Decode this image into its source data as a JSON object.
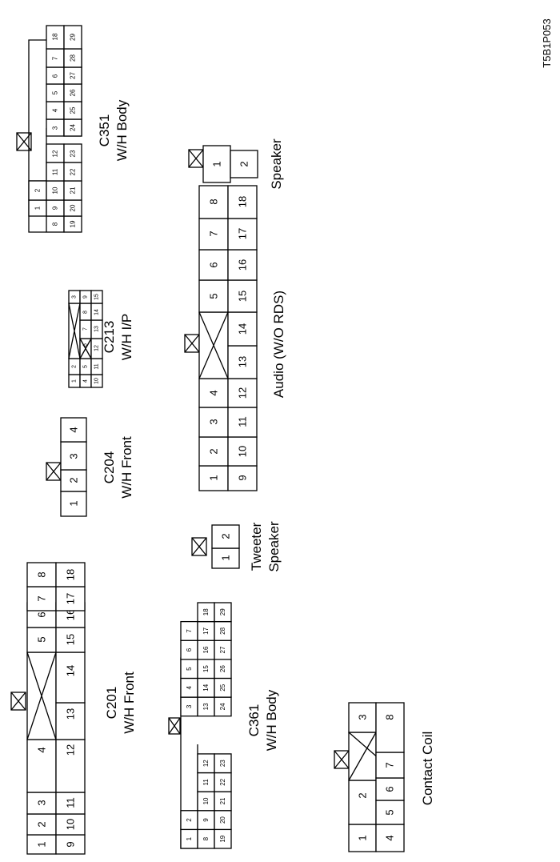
{
  "figure_code": "T5B1P053",
  "connectors": [
    {
      "id": "c201",
      "name_lines": [
        "C201",
        "W/H Front"
      ],
      "rows": [
        [
          "1",
          "2",
          "3",
          "4",
          "",
          "5",
          "6",
          "7",
          "8"
        ],
        [
          "9",
          "10",
          "11",
          "12",
          "13",
          "14",
          "15",
          "16",
          "17",
          "18"
        ]
      ]
    },
    {
      "id": "c204",
      "name_lines": [
        "C204",
        "W/H Front"
      ],
      "rows": [
        [
          "1",
          "2",
          "3",
          "4"
        ]
      ]
    },
    {
      "id": "c213",
      "name_lines": [
        "C213",
        "W/H I/P"
      ],
      "rows": [
        [
          "1",
          "2",
          "",
          "",
          "3"
        ],
        [
          "4",
          "5",
          "6",
          "7",
          "8",
          "9"
        ],
        [
          "10",
          "11",
          "12",
          "13",
          "14",
          "15"
        ]
      ]
    },
    {
      "id": "c351",
      "name_lines": [
        "C351",
        "W/H Body"
      ],
      "rows": [
        [
          "1",
          "2",
          "",
          "",
          "",
          "",
          "",
          "3",
          "4",
          "5",
          "6",
          "7",
          ""
        ],
        [
          "8",
          "9",
          "10",
          "11",
          "12",
          "",
          "",
          "13",
          "14",
          "15",
          "16",
          "17",
          "18"
        ],
        [
          "19",
          "20",
          "21",
          "22",
          "23",
          "",
          "",
          "24",
          "25",
          "26",
          "27",
          "28",
          "29"
        ]
      ]
    },
    {
      "id": "c361",
      "name_lines": [
        "C361",
        "W/H Body"
      ],
      "rows": [
        [
          "1",
          "2",
          "",
          "",
          "",
          "",
          "",
          "3",
          "4",
          "5",
          "6",
          "7",
          ""
        ],
        [
          "8",
          "9",
          "10",
          "11",
          "12",
          "",
          "",
          "13",
          "14",
          "15",
          "16",
          "17",
          "18"
        ],
        [
          "19",
          "20",
          "21",
          "22",
          "23",
          "",
          "",
          "24",
          "25",
          "26",
          "27",
          "28",
          "29"
        ]
      ]
    },
    {
      "id": "tweeter",
      "name_lines": [
        "Tweeter",
        "Speaker"
      ],
      "rows": [
        [
          "1",
          "2"
        ]
      ]
    },
    {
      "id": "audio",
      "name_lines": [
        "Audio (W/O RDS)"
      ],
      "rows": [
        [
          "1",
          "2",
          "3",
          "4",
          "",
          "5",
          "6",
          "7",
          "8"
        ],
        [
          "9",
          "10",
          "11",
          "12",
          "13",
          "14",
          "15",
          "16",
          "17",
          "18"
        ]
      ]
    },
    {
      "id": "speaker",
      "name_lines": [
        "Speaker"
      ],
      "rows": [
        [
          "1",
          "2"
        ]
      ]
    },
    {
      "id": "contact_coil",
      "name_lines": [
        "Contact Coil"
      ],
      "rows": [
        [
          "1",
          "2",
          "",
          "3"
        ],
        [
          "4",
          "5",
          "6",
          "7",
          "8"
        ]
      ]
    }
  ]
}
